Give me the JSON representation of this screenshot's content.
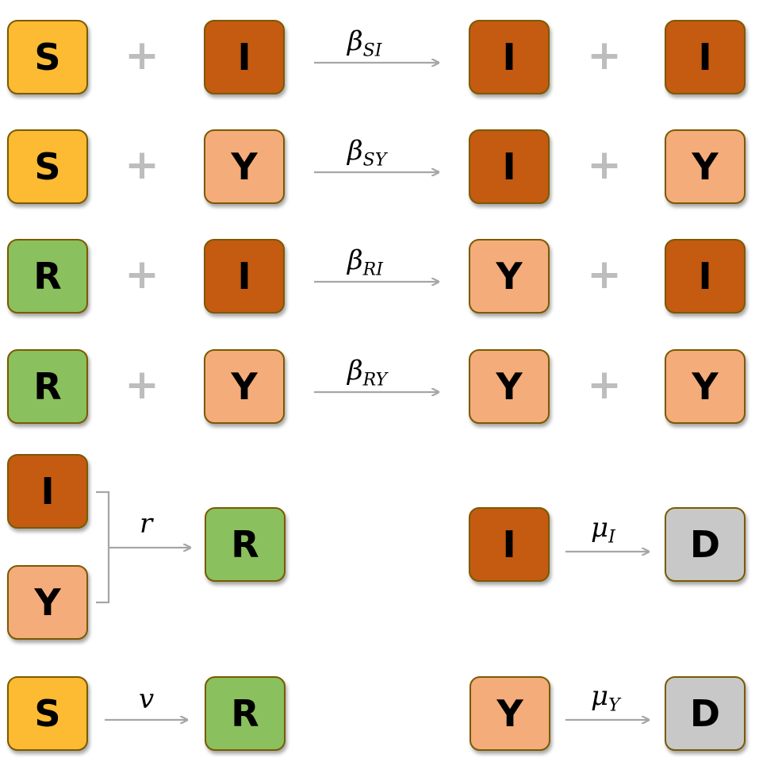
{
  "colors": {
    "S": "#FDBA33",
    "I": "#C55A11",
    "Y": "#F4AC7A",
    "R": "#8AC05E",
    "D": "#C8C8C8",
    "border": "#7a5a00",
    "arrow": "#a6a6a6",
    "plus": "#bdbdbd"
  },
  "plus_symbol": "+",
  "reactions": [
    {
      "lhs": [
        "S",
        "I"
      ],
      "rate_symbol": "β",
      "rate_sub": "SI",
      "rhs": [
        "I",
        "I"
      ]
    },
    {
      "lhs": [
        "S",
        "Y"
      ],
      "rate_symbol": "β",
      "rate_sub": "SY",
      "rhs": [
        "I",
        "Y"
      ]
    },
    {
      "lhs": [
        "R",
        "I"
      ],
      "rate_symbol": "β",
      "rate_sub": "RI",
      "rhs": [
        "Y",
        "I"
      ]
    },
    {
      "lhs": [
        "R",
        "Y"
      ],
      "rate_symbol": "β",
      "rate_sub": "RY",
      "rhs": [
        "Y",
        "Y"
      ]
    }
  ],
  "recovery": {
    "sources": [
      "I",
      "Y"
    ],
    "rate_symbol": "r",
    "rate_sub": "",
    "target": "R"
  },
  "vaccination": {
    "source": "S",
    "rate_symbol": "v",
    "rate_sub": "",
    "target": "R"
  },
  "deaths": [
    {
      "source": "I",
      "rate_symbol": "μ",
      "rate_sub": "I",
      "target": "D"
    },
    {
      "source": "Y",
      "rate_symbol": "μ",
      "rate_sub": "Y",
      "target": "D"
    }
  ]
}
